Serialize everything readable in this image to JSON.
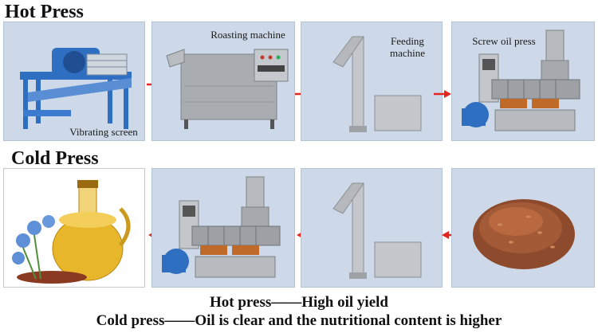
{
  "hot_press": {
    "title": "Hot Press",
    "steps": [
      {
        "label": "Vibrating screen",
        "icon": "vibrating-screen-icon"
      },
      {
        "label": "Roasting machine",
        "icon": "roasting-machine-icon"
      },
      {
        "label": "Feeding machine",
        "icon": "feeding-machine-icon"
      },
      {
        "label": "Screw oil press",
        "icon": "screw-oil-press-icon"
      }
    ]
  },
  "cold_press": {
    "title": "Cold Press",
    "steps": [
      {
        "label": "",
        "icon": "seeds-icon"
      },
      {
        "label": "",
        "icon": "feeding-machine-icon"
      },
      {
        "label": "",
        "icon": "screw-oil-press-icon"
      },
      {
        "label": "",
        "icon": "oil-bottle-icon"
      }
    ]
  },
  "captions": {
    "hot": "Hot press——High oil yield",
    "cold": "Cold press——Oil is clear and the nutritional content is higher"
  },
  "colors": {
    "panel_bg": "#cdd9e8",
    "arrow": "#e3261f",
    "machine_blue": "#2f6fc1",
    "steel": "#a9adb1"
  }
}
